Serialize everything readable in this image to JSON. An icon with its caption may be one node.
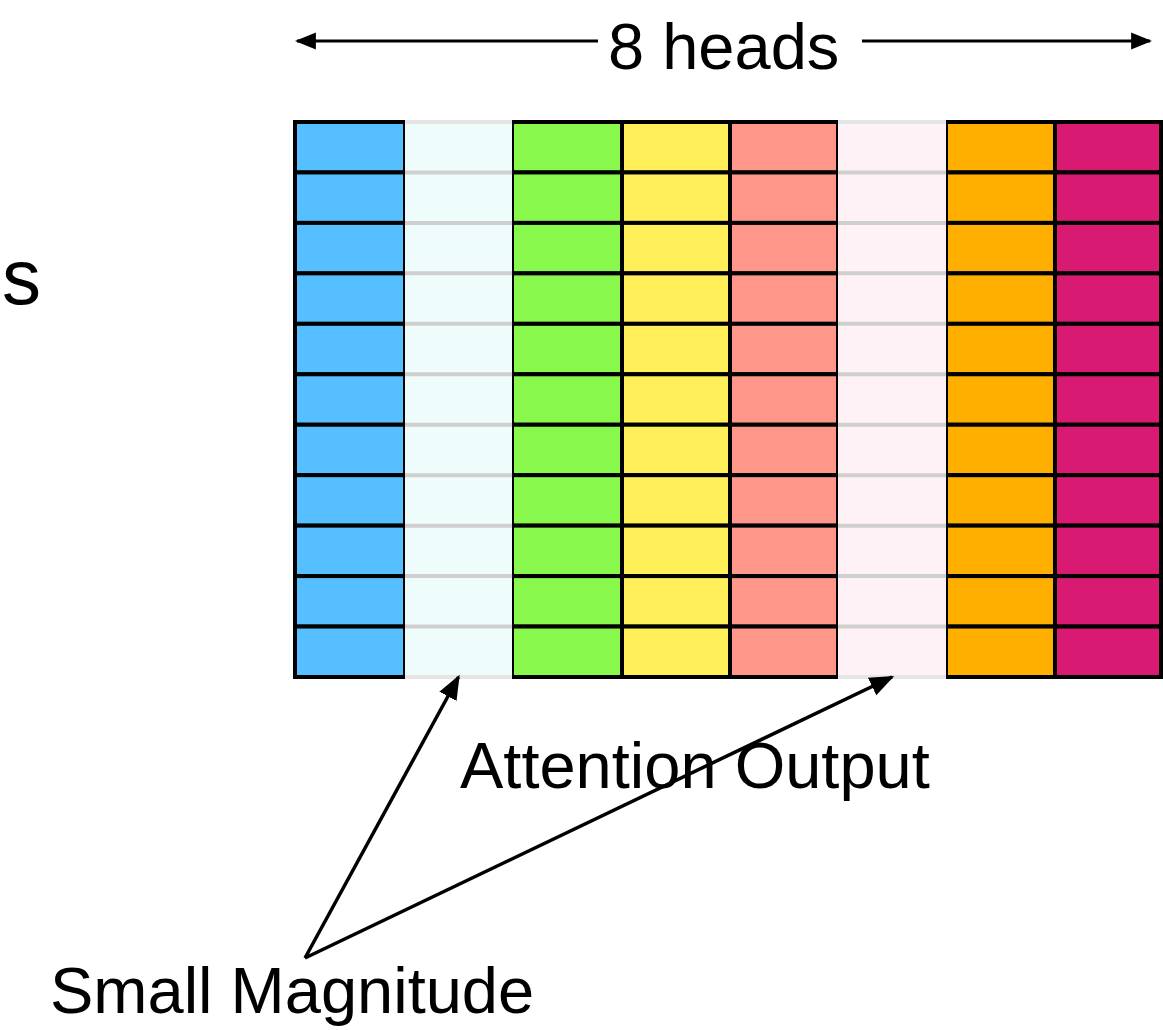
{
  "diagram": {
    "nodes": [
      {
        "text": [],
        "shape": "bar"
      },
      {
        "text": [],
        "shape": "bar"
      },
      {
        "text": [
          "Small Magnitude"
        ]
      }
    ],
    "edges": [
      {
        "from": 2,
        "to": 0,
        "arrow": "to"
      },
      {
        "from": 2,
        "to": 1,
        "arrow": "to"
      }
    ],
    "labels": [
      "8 heads",
      "s",
      "Attention Output"
    ]
  }
}
